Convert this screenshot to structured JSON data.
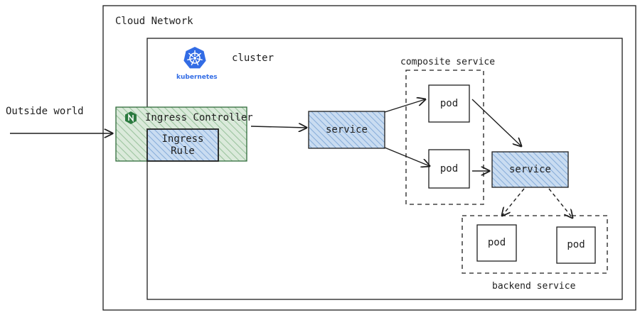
{
  "outer": {
    "label": "Cloud Network"
  },
  "cluster": {
    "label": "cluster",
    "logo_text": "kubernetes"
  },
  "external": {
    "label": "Outside world"
  },
  "ingress": {
    "controller_label": "Ingress Controller",
    "rule_label": "Ingress\nRule",
    "logo_text": "NGINX"
  },
  "services": {
    "frontend_label": "service",
    "backend_label": "service"
  },
  "composite": {
    "label": "composite service",
    "pod_labels": [
      "pod",
      "pod"
    ]
  },
  "backend": {
    "label": "backend service",
    "pod_labels": [
      "pod",
      "pod"
    ]
  },
  "colors": {
    "stroke": "#1e1e1e",
    "ingress_fill": "#b2d2b4",
    "ingress_stroke": "#2f6b3a",
    "service_fill": "#a5c3e6",
    "service_stroke": "#2b5c9e",
    "k8s_blue": "#326ce5"
  }
}
